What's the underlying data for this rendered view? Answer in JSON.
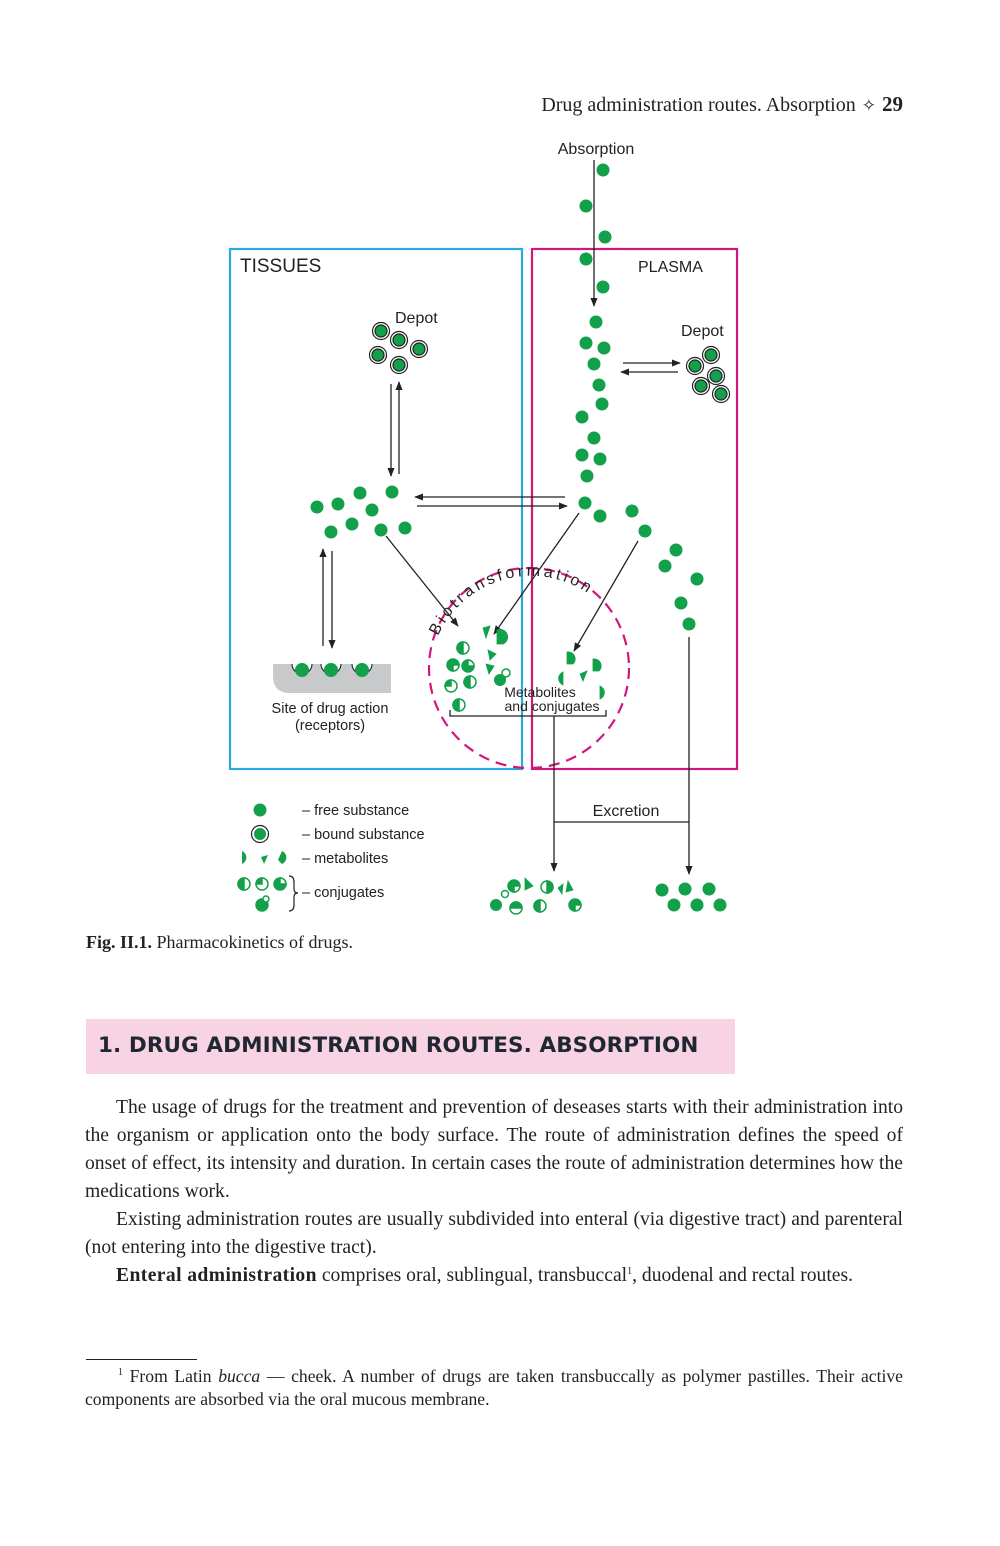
{
  "running_head": {
    "title": "Drug administration routes. Absorption",
    "separator": "✧",
    "page_number": "29"
  },
  "figure": {
    "label_absorption": "Absorption",
    "label_tissues": "TISSUES",
    "label_plasma": "PLASMA",
    "label_depot_tissues": "Depot",
    "label_depot_plasma": "Depot",
    "label_site_line1": "Site of drug action",
    "label_site_line2": "(receptors)",
    "label_biotransformation": "Biotransformation",
    "label_metabolites_line1": "Metabolites",
    "label_metabolites_line2": "and conjugates",
    "label_excretion": "Excretion",
    "legend": {
      "free": "– free substance",
      "bound": "– bound substance",
      "metabolites": "– metabolites",
      "conjugates": "– conjugates"
    },
    "colors": {
      "dot_green": "#12a04b",
      "tissues_border": "#27a9e1",
      "plasma_border": "#d1177e",
      "biotransformation_circle": "#d1177e",
      "receptor_gray": "#c8c9cb"
    }
  },
  "caption": {
    "label": "Fig. II.1.",
    "text": " Pharmacokinetics of drugs."
  },
  "section": {
    "title": "1. DRUG ADMINISTRATION ROUTES. ABSORPTION",
    "highlight_color": "#f8d3e3"
  },
  "body": {
    "p1": "The usage of drugs for the treatment and prevention of deseases starts with their administration into the organism or application onto the body surface. The route of administration defines the speed of onset of effect, its intensity and duration. In certain cases the route of administration determines how the medications work.",
    "p2": "Existing administration routes are usually subdivided into enteral (via digestive tract) and parenteral (not entering into the digestive tract).",
    "p3_bold": "Enteral administration",
    "p3_a": " comprises oral, sublingual, transbuccal",
    "p3_sup": "1",
    "p3_b": ", duodenal and rectal routes."
  },
  "footnote": {
    "marker": "1",
    "a": " From Latin ",
    "italic": "bucca",
    "b": " — cheek. A number of drugs are taken transbuccally as polymer pastilles. Their active components are absorbed via the oral mucous membrane."
  }
}
